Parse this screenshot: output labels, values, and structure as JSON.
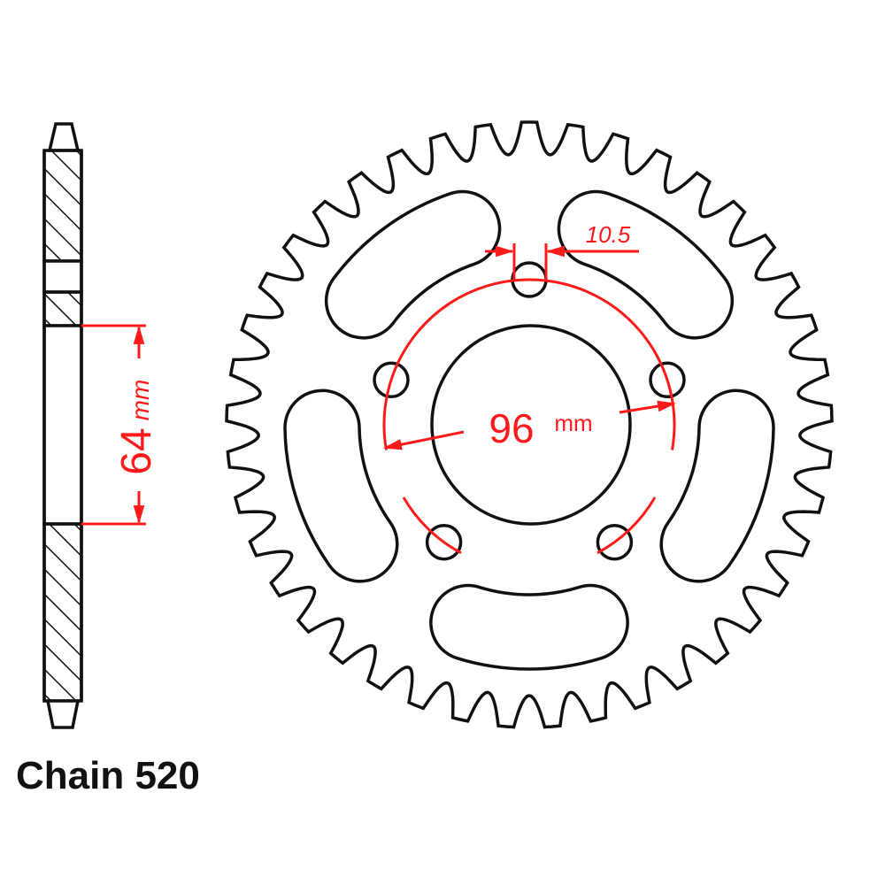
{
  "caption": {
    "chain_label": "Chain 520"
  },
  "dimensions": {
    "hub_offset": {
      "value": "64",
      "unit": "mm"
    },
    "pcd": {
      "value": "96",
      "unit": "mm"
    },
    "bolt_hole": {
      "value": "10.5"
    }
  },
  "sprocket": {
    "teeth_count": 41,
    "bolt_holes": 5,
    "lightening_slots": 5
  },
  "colors": {
    "outline": "#111111",
    "dimension": "#ff1a1a",
    "background": "#ffffff"
  }
}
